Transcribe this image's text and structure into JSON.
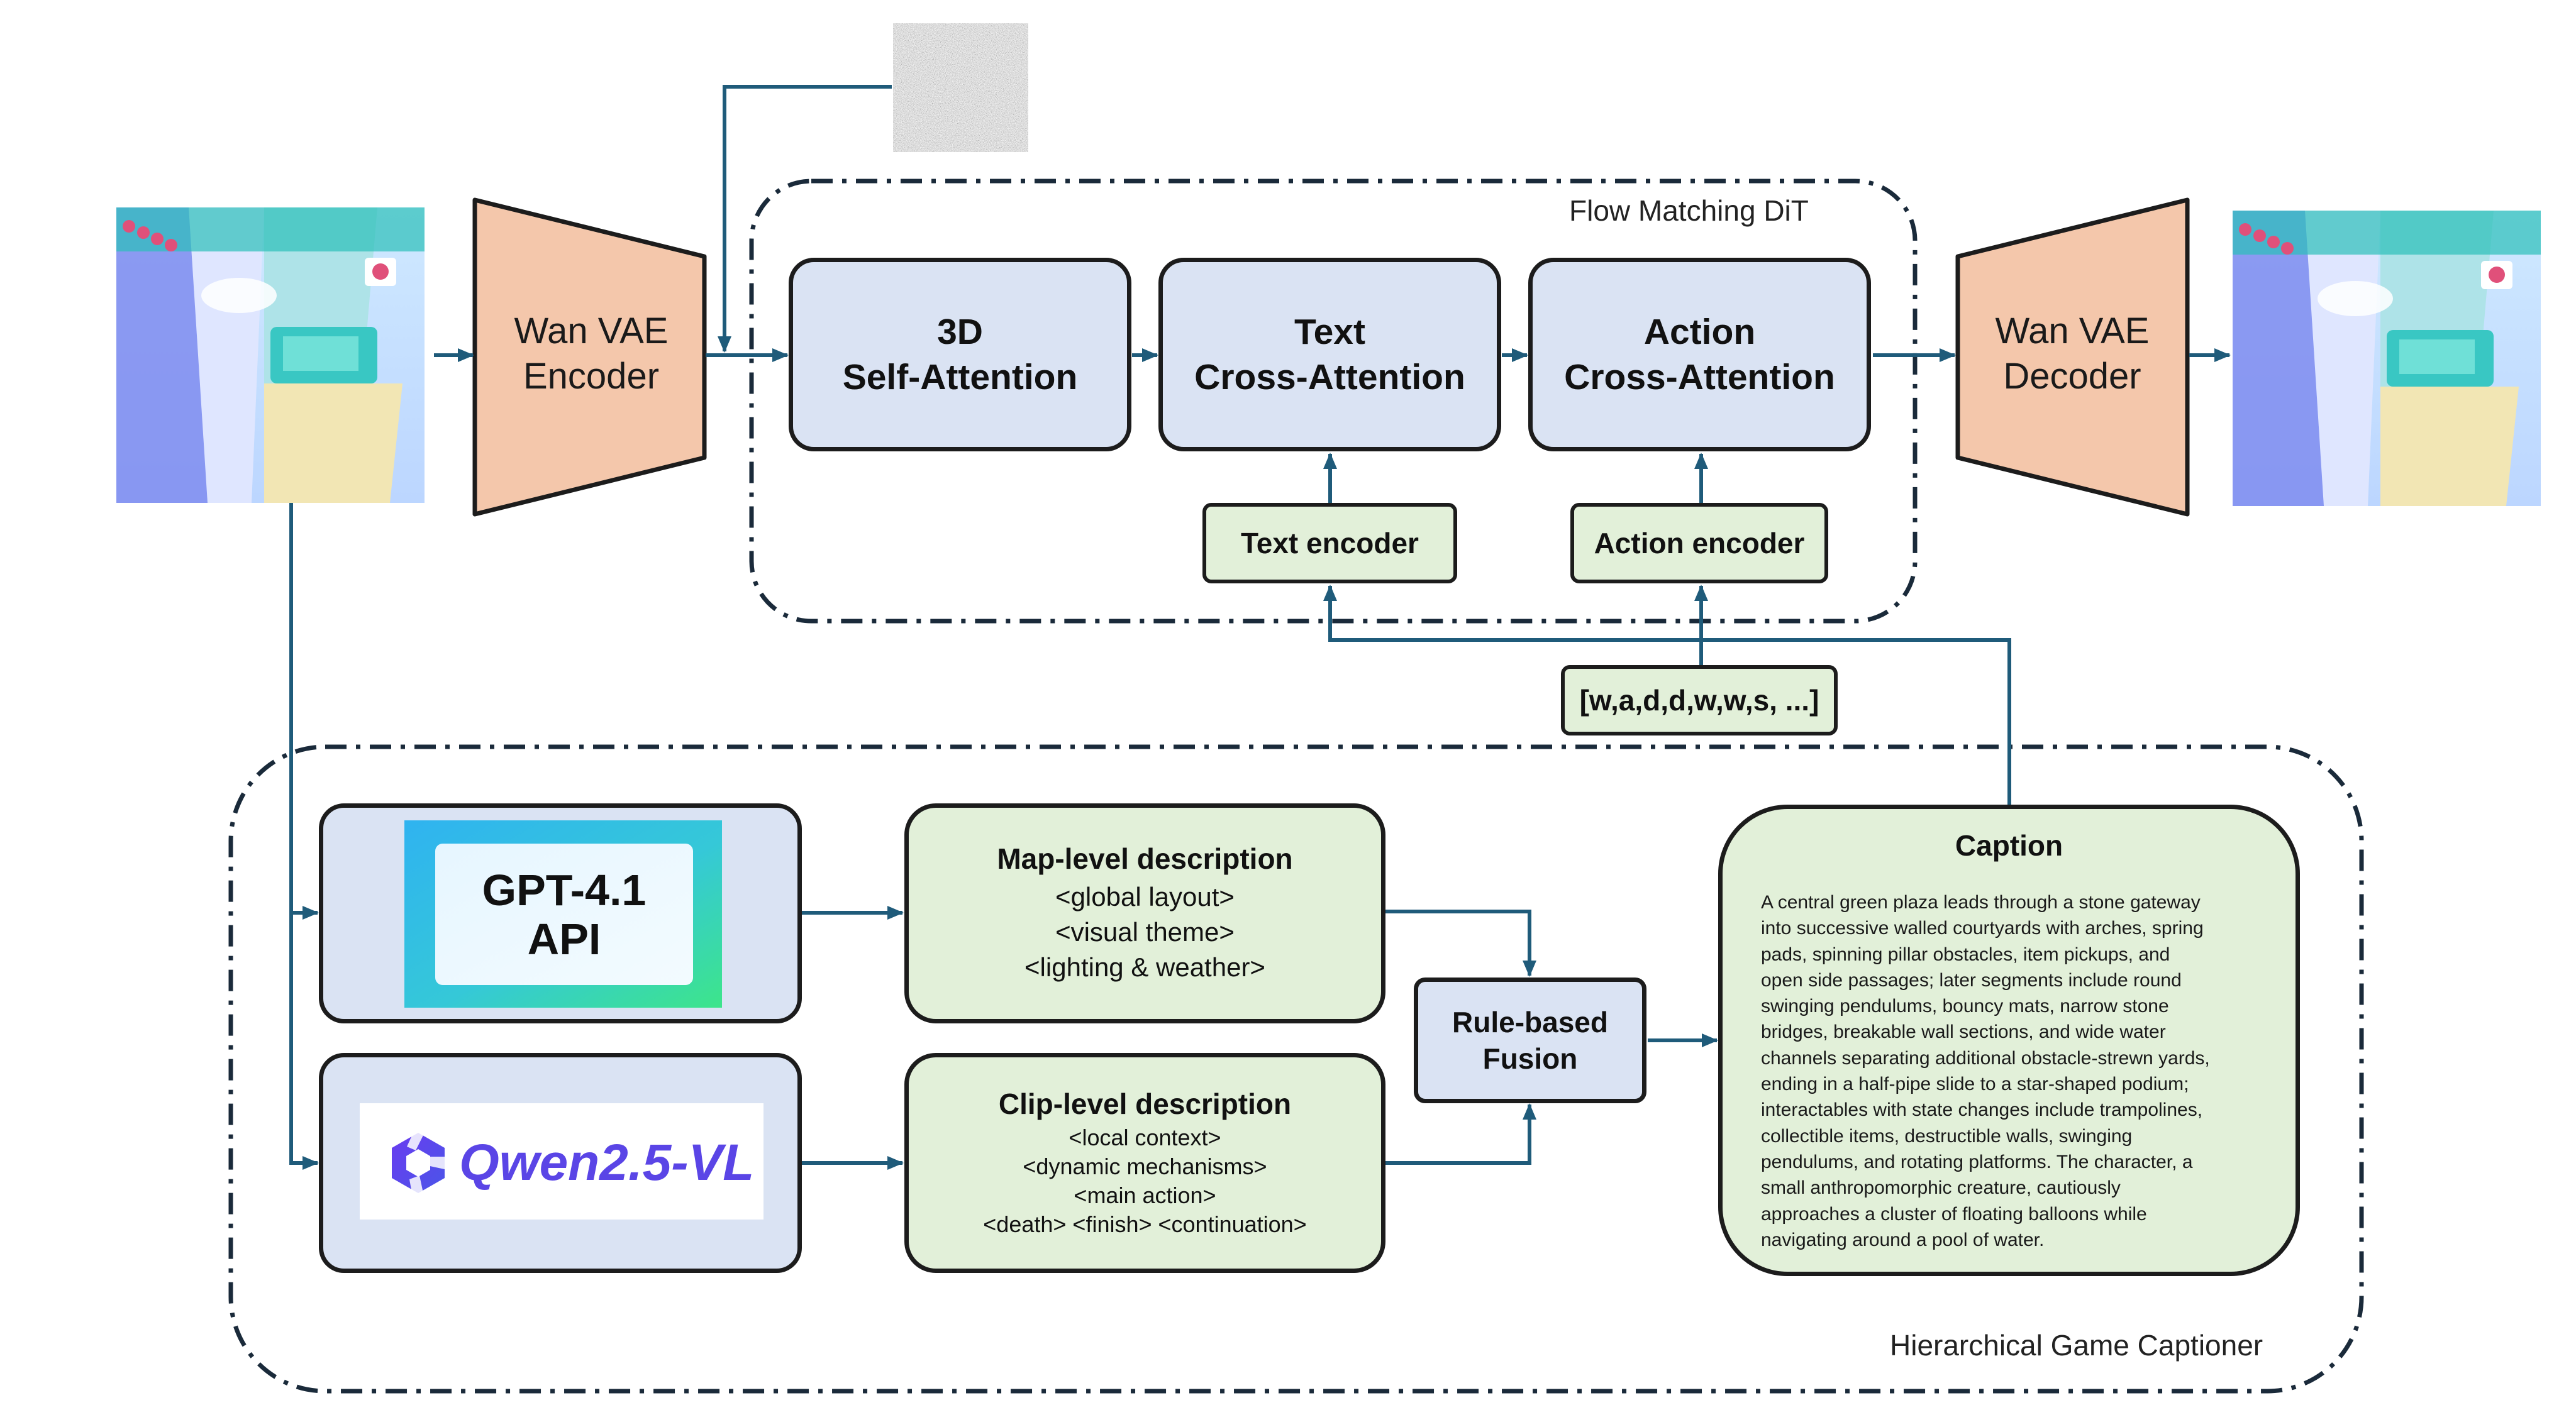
{
  "colors": {
    "arrow": "#1f5b7a",
    "block_blue": "#dae3f3",
    "block_green": "#e2f0d9",
    "vae_fill": "#f4c7ab",
    "border": "#1c1c1c"
  },
  "dit": {
    "region_label": "Flow Matching DiT",
    "self_attention": {
      "line1": "3D",
      "line2": "Self-Attention"
    },
    "text_cross_attention": {
      "line1": "Text",
      "line2": "Cross-Attention"
    },
    "action_cross_attention": {
      "line1": "Action",
      "line2": "Cross-Attention"
    },
    "text_encoder": "Text encoder",
    "action_encoder": "Action encoder"
  },
  "vae": {
    "encoder": {
      "line1": "Wan VAE",
      "line2": "Encoder"
    },
    "decoder": {
      "line1": "Wan VAE",
      "line2": "Decoder"
    }
  },
  "action_sequence": "[w,a,d,d,w,w,s, ...]",
  "captioner": {
    "region_label": "Hierarchical Game Captioner",
    "gpt_logo": {
      "line1": "GPT-4.1",
      "line2": "API"
    },
    "qwen_logo": {
      "name": "Qwen2.5-VL"
    },
    "map_level": {
      "title": "Map-level description",
      "items": [
        "<global layout>",
        "<visual theme>",
        "<lighting & weather>"
      ]
    },
    "clip_level": {
      "title": "Clip-level description",
      "items": [
        "<local context>",
        "<dynamic mechanisms>",
        "<main action>",
        "<death> <finish> <continuation>"
      ]
    },
    "fusion": {
      "line1": "Rule-based",
      "line2": "Fusion"
    },
    "caption": {
      "title": "Caption",
      "lines": [
        "A central green plaza leads through a stone gateway",
        "into successive walled courtyards with arches, spring",
        "pads, spinning pillar obstacles, item pickups, and",
        "open side passages; later segments include round",
        "swinging pendulums, bouncy mats, narrow stone",
        "bridges, breakable wall sections, and wide water",
        "channels separating additional obstacle-strewn yards,",
        "ending in a half-pipe slide to a star-shaped podium;",
        "interactables with state changes include trampolines,",
        "collectible items, destructible walls, swinging",
        "pendulums, and rotating platforms. The character, a",
        "small anthropomorphic creature, cautiously",
        "approaches a cluster of floating balloons while",
        "navigating around a pool of water."
      ]
    }
  }
}
